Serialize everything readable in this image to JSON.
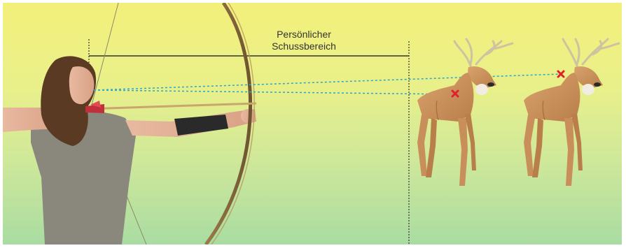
{
  "diagram": {
    "range_label_line1": "Persönlicher",
    "range_label_line2": "Schussbereich",
    "colors": {
      "background_top": "#f3f07a",
      "background_bottom": "#a9dca2",
      "sight_line": "#2aa6c9",
      "dimension_line": "#333333",
      "hit_marker": "#e0212b",
      "target_body": "#c98f5a"
    },
    "icons": [
      "archer-figure",
      "longbow",
      "arrow",
      "deer-target-near",
      "deer-target-far",
      "hit-marker-near",
      "hit-marker-far"
    ]
  }
}
